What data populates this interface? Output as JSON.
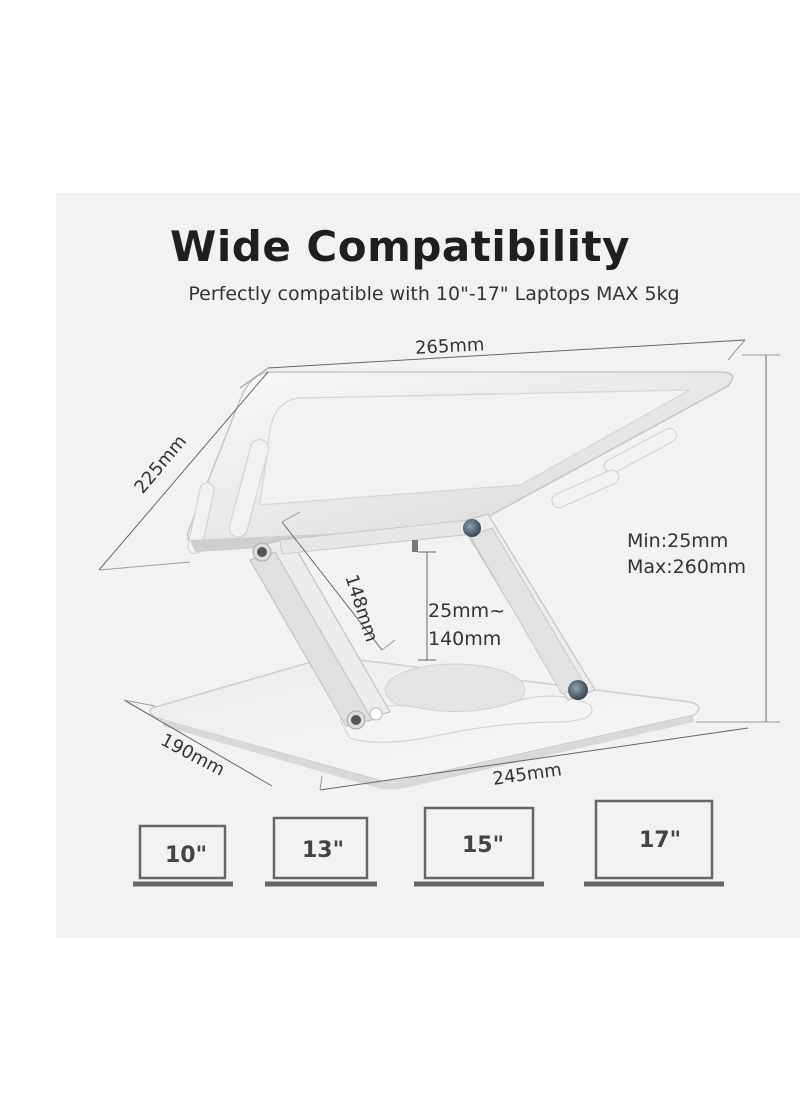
{
  "header": {
    "title": "Wide Compatibility",
    "subtitle": "Perfectly compatible with 10\"-17\" Laptops  MAX 5kg"
  },
  "dimensions": {
    "top_width": "265mm",
    "top_depth": "225mm",
    "arm_length": "148mm",
    "lift_range_line1": "25mm~",
    "lift_range_line2": "140mm",
    "height_min": "Min:25mm",
    "height_max": "Max:260mm",
    "base_depth": "190mm",
    "base_width": "245mm"
  },
  "laptops": [
    {
      "label": "10\""
    },
    {
      "label": "13\""
    },
    {
      "label": "15\""
    },
    {
      "label": "17\""
    }
  ],
  "colors": {
    "panel": "#f2f2f2",
    "metal": "#e6e6e6",
    "metal_edge": "#c8c8c8",
    "icon": "#666666"
  }
}
